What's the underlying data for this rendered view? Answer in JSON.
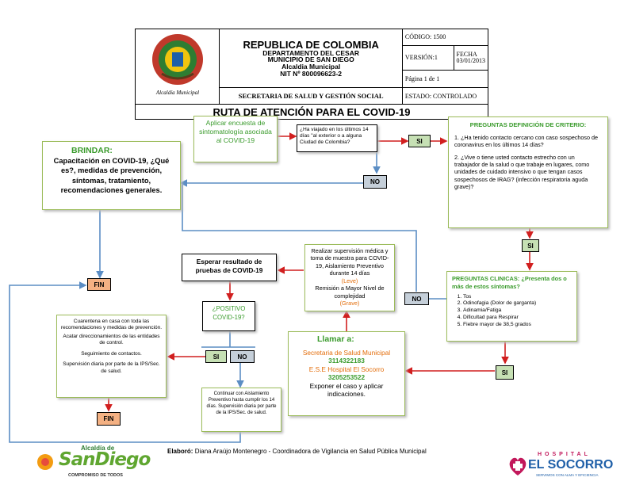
{
  "header": {
    "country": "REPUBLICA DE COLOMBIA",
    "department": "DEPARTAMENTO DEL CESAR",
    "municipality": "MUNICIPIO DE SAN DIEGO",
    "office": "Alcaldia Municipal",
    "nit": "NIT Nº 800096623-2",
    "secretariat": "SECRETARIA DE SALUD Y GESTIÓN SOCIAL",
    "code": "CÓDIGO: 1500",
    "version": "VERSIÓN:1",
    "date_label": "FECHA",
    "date": "03/01/2013",
    "page": "Página 1 de 1",
    "status": "ESTADO: CONTROLADO",
    "route_title": "RUTA DE ATENCIÓN PARA EL COVID-19",
    "seal_text": "MUNICIPIO DE SAN DIEGO",
    "seal_caption": "Alcaldía Municipal"
  },
  "nodes": {
    "apply_survey": "Aplicar encuesta de sintomatología asociada al COVID-19",
    "travel_question": "¿Ha viajado en los últimos 14 días \"al exterior o a alguna Ciudad de Colombia?",
    "criteria_title": "PREGUNTAS DEFINICIÓN DE CRITERIO:",
    "criteria_q1": "1. ¿Ha tenido contacto cercano con caso sospechoso de coronavirus en los últimos 14 días?",
    "criteria_q2": "2. ¿Vive o tiene usted contacto estrecho con un trabajador de la salud o que trabaje en lugares, como unidades de cuidado intensivo o que tengan casos sospechosos de IRAG? (infección respiratoria aguda grave)?",
    "brindar_title": "BRINDAR:",
    "brindar_text": "Capacitación en COVID-19, ¿Qué es?, medidas de prevención, síntomas, tratamiento, recomendaciones generales.",
    "clinical_title": "PREGUNTAS CLINICAS: ¿Presenta dos o más de estos síntomas?",
    "symptoms": [
      "Tos",
      "Odinofagia (Dolor de garganta)",
      "Adinamia/Fatiga",
      "Dificultad para Respirar",
      "Fiebre mayor de 38,5 grados"
    ],
    "supervision_text": "Realizar supervisión médica y toma de muestra para COVID-19, Aislamiento Preventivo durante 14 días",
    "leve": "(Leve)",
    "remission_text": "Remisión a Mayor Nivel de complejidad",
    "grave": "(Grave)",
    "wait_results": "Esperar resultado de pruebas de COVID-19",
    "positive_q": "¿POSITIVO COVID-19?",
    "quarantine_1": "Cuarentena en casa con toda las recomendaciones y medidas de prevención.",
    "quarantine_2": "Acatar direccionamientos de las entidades de control.",
    "quarantine_3": "Seguimiento de contactos.",
    "quarantine_4": "Supervisión diaria por parte de la IPS/Sec. de salud.",
    "continue_isolation": "Continuar con Aislamiento Preventivo hasta cumplir los 14 días. Supervisión diaria por parte de la IPS/Sec. de salud.",
    "call_title": "Llamar a:",
    "call_sec": "Secretaria de Salud Municipal",
    "call_sec_phone": "3114322183",
    "call_ese": "E.S.E Hospital El Socorro",
    "call_ese_phone": "3205253522",
    "call_note": "Exponer el caso y aplicar indicaciones."
  },
  "labels": {
    "si": "SI",
    "no": "NO",
    "fin": "FIN"
  },
  "footer": {
    "prepared_label": "Elaboró:",
    "prepared_by": "Diana Araújo Montenegro - Coordinadora de Vigilancia en Salud Pública Municipal",
    "logo_left_top": "Alcaldía de",
    "logo_left_main": "SanDiego",
    "logo_left_sub": "COMPROMISO DE TODOS",
    "logo_right_top": "HOSPITAL",
    "logo_right_main": "EL SOCORRO",
    "logo_right_sub": "SERVIMOS CON ALMA Y EFICIENCIA"
  },
  "colors": {
    "red_arrow": "#d11f1f",
    "blue_arrow": "#5b8dc4",
    "green_text": "#3a9b2c",
    "orange_text": "#e36c09",
    "fin_fill": "#f4b183",
    "si_fill": "#c6e0b4",
    "no_fill": "#c5cfd9"
  }
}
